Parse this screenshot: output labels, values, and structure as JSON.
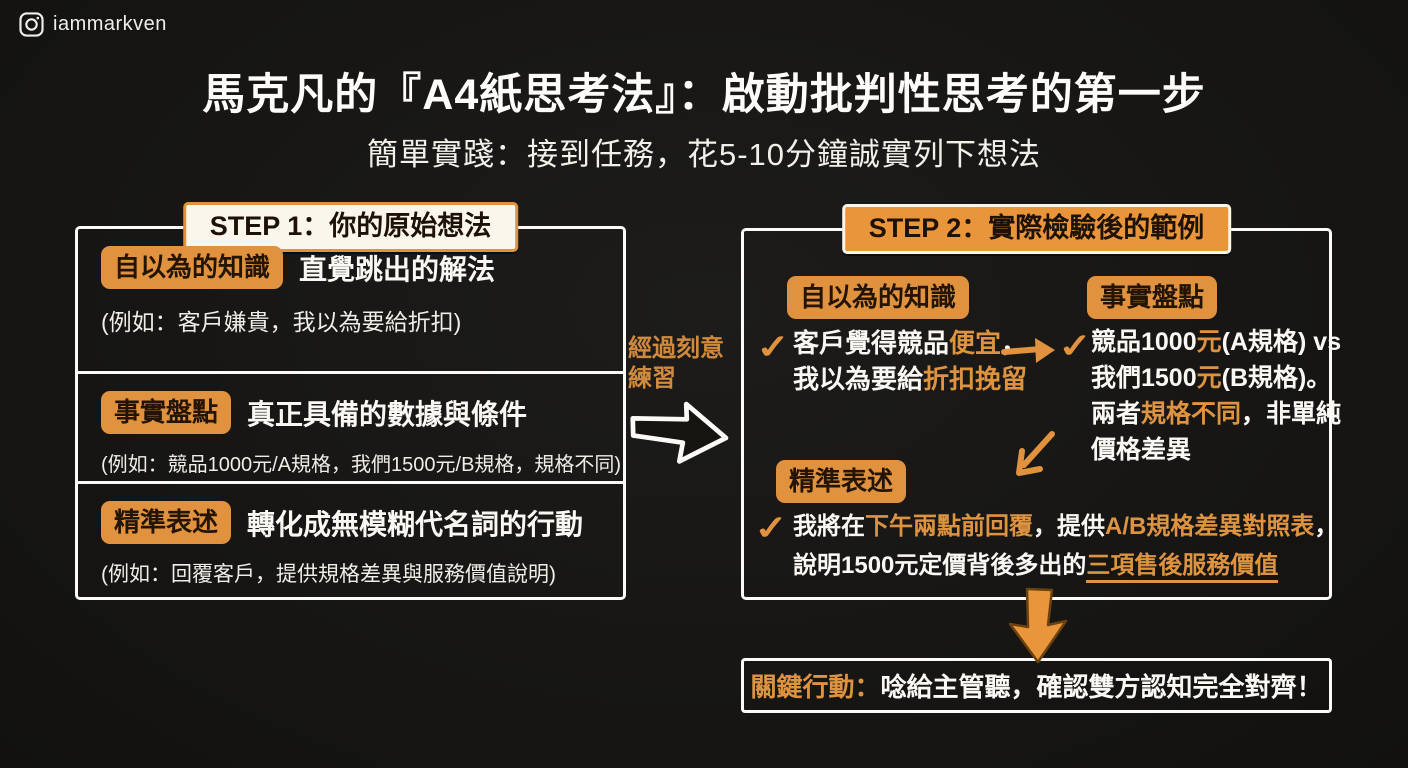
{
  "brand": {
    "icon": "instagram-icon",
    "handle": "iammarkven"
  },
  "header": {
    "title": "馬克凡的『A4紙思考法』：啟動批判性思考的第一步",
    "subtitle": "簡單實踐：接到任務，花5-10分鐘誠實列下想法"
  },
  "colors": {
    "background": "#171614",
    "accent_orange": "#e0923e",
    "text_white": "#faf8f3",
    "badge_text": "#241404",
    "step1_header_bg": "#fbf6ec",
    "step2_header_bg": "#e8953b",
    "border_white": "#fbfaf7"
  },
  "icons": {
    "check": "✓"
  },
  "step1": {
    "title": "STEP 1：你的原始想法",
    "rows": [
      {
        "badge": "自以為的知識",
        "heading": "直覺跳出的解法",
        "example": "(例如：客戶嫌貴，我以為要給折扣)"
      },
      {
        "badge": "事實盤點",
        "heading": "真正具備的數據與條件",
        "example": "(例如：競品1000元/A規格，我們1500元/B規格，規格不同)"
      },
      {
        "badge": "精準表述",
        "heading": "轉化成無模糊代名詞的行動",
        "example": "(例如：回覆客戶，提供規格差異與服務價值說明)"
      }
    ]
  },
  "transition": {
    "label_line1": "經過刻意",
    "label_line2": "練習"
  },
  "step2": {
    "title": "STEP 2：實際檢驗後的範例",
    "col1": {
      "badge": "自以為的知識",
      "lines": [
        [
          {
            "t": "客戶覺得競品"
          },
          {
            "t": "便宜",
            "hl": true
          },
          {
            "t": "，"
          }
        ],
        [
          {
            "t": "我以為要給"
          },
          {
            "t": "折扣挽留",
            "hl": true
          }
        ]
      ]
    },
    "col2": {
      "badge": "事實盤點",
      "lines": [
        [
          {
            "t": "競品1000"
          },
          {
            "t": "元",
            "hl": true
          },
          {
            "t": "(A規格) vs"
          }
        ],
        [
          {
            "t": "我們1500"
          },
          {
            "t": "元",
            "hl": true
          },
          {
            "t": "(B規格)。"
          }
        ],
        [
          {
            "t": "兩者"
          },
          {
            "t": "規格不同",
            "hl": true
          },
          {
            "t": "，非單純"
          }
        ],
        [
          {
            "t": "價格差異"
          }
        ]
      ]
    },
    "col3": {
      "badge": "精準表述",
      "lines": [
        [
          {
            "t": "我將在"
          },
          {
            "t": "下午兩點前回覆",
            "hl": true
          },
          {
            "t": "，提供"
          },
          {
            "t": "A/B規格差異對照表",
            "hl": true
          },
          {
            "t": "，"
          }
        ],
        [
          {
            "t": "說明1500元定價背後多出的"
          },
          {
            "t": "三項售後服務價值",
            "hl": true,
            "u": true
          }
        ]
      ]
    }
  },
  "action": {
    "segments": [
      {
        "t": "關鍵行動：",
        "hl": true
      },
      {
        "t": "唸給主管聽，確認雙方認知完全對齊！"
      }
    ]
  }
}
